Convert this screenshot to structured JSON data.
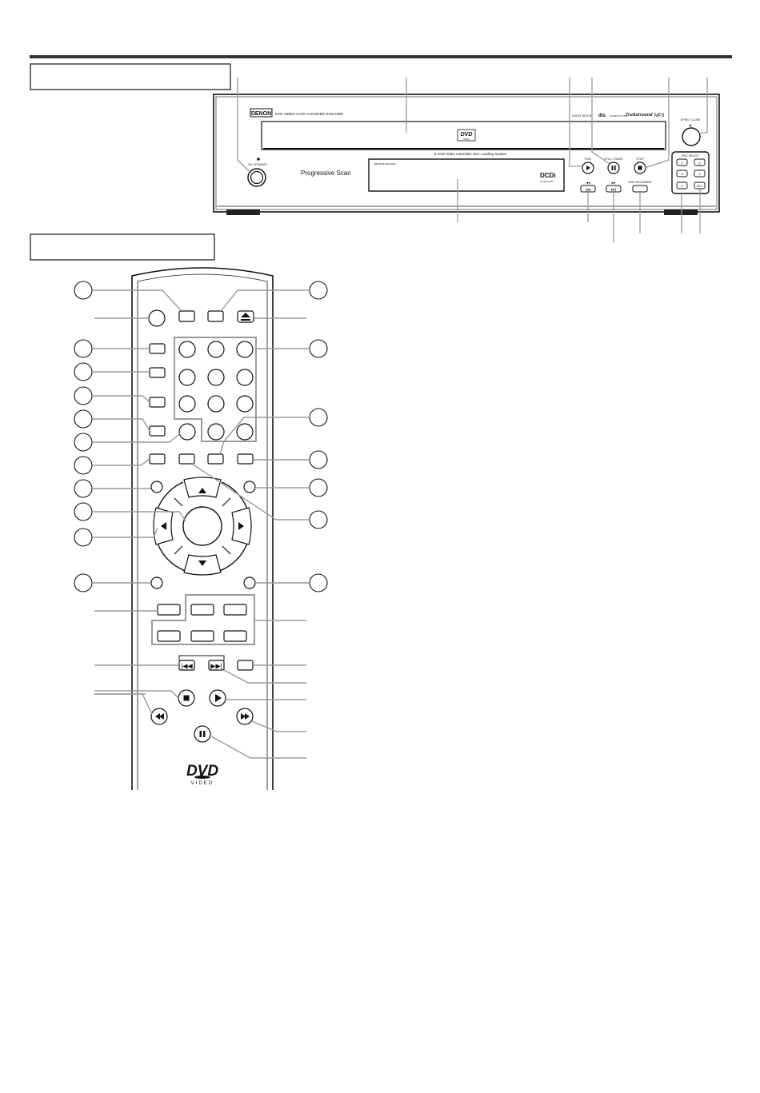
{
  "front_panel": {
    "brand": "DENON",
    "model_line": "DVD VIDEO AUTO CHANGER  DVM-1805",
    "tray_logo_top": "DVD",
    "tray_logo_bottom": "VIDEO",
    "system_caption": "5 DVD Video Automatic Disc Loading System",
    "feature_text": "Progressive Scan",
    "display_caption": "REMOTE SENSOR",
    "dcdi": "DCDi",
    "dcdi_sub": "by FAROUDJA",
    "power_label": "ON / STANDBY",
    "open_close_label": "OPEN / CLOSE",
    "play_label": "PLAY",
    "still_label": "STILL / PAUSE",
    "stop_label": "STOP",
    "disc_skip_label": "DISC EXCHANGE",
    "disc_select_label": "DISC SELECT",
    "disc_buttons": [
      "1",
      "2",
      "3",
      "4",
      "5",
      "5DC"
    ],
    "dolby_logo": "DOLBY DIGITAL",
    "dts_logo": "dts",
    "cd_logo": "COMPACT DISC",
    "trusurround_logo": "TruSurround",
    "mp3_logo": "MP3"
  },
  "remote": {
    "logo_top": "DVD",
    "logo_bottom": "VIDEO"
  },
  "colors": {
    "leader": "#9a9a9a",
    "ink": "#111111",
    "panel": "#ffffff"
  }
}
